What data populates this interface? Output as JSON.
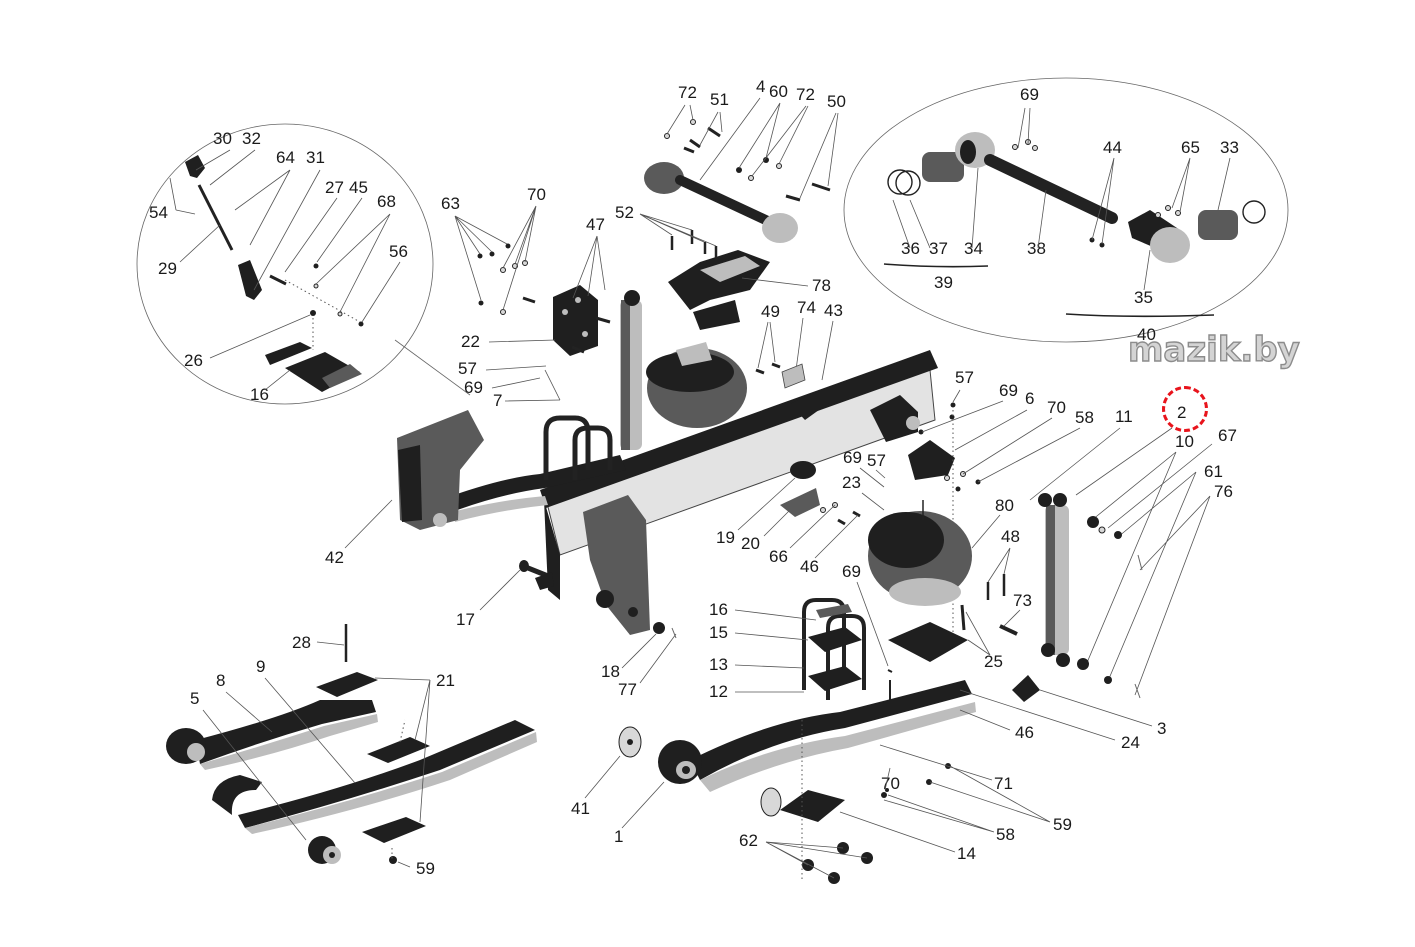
{
  "diagram": {
    "title": "Rear suspension assembly exploded view",
    "watermark": "mazik.by",
    "highlight": {
      "label": "2",
      "color": "#e8141c"
    },
    "detail_views": [
      {
        "name": "stabilizer-link-detail",
        "labels": [
          "30",
          "32",
          "64",
          "31",
          "27",
          "45",
          "68",
          "56",
          "54",
          "29",
          "26",
          "16"
        ]
      },
      {
        "name": "reaction-rod-detail",
        "labels": [
          "69",
          "44",
          "65",
          "33",
          "36",
          "37",
          "34",
          "38",
          "39",
          "35",
          "40"
        ]
      }
    ],
    "labels": {
      "l30": "30",
      "l32": "32",
      "l64": "64",
      "l31": "31",
      "l27": "27",
      "l45": "45",
      "l68": "68",
      "l56": "56",
      "l54": "54",
      "l29": "29",
      "l26": "26",
      "l16a": "16",
      "l69a": "69",
      "l44": "44",
      "l65": "65",
      "l33": "33",
      "l36": "36",
      "l37": "37",
      "l34": "34",
      "l38": "38",
      "l39": "39",
      "l35": "35",
      "l40": "40",
      "l72a": "72",
      "l51": "51",
      "l4": "4",
      "l60": "60",
      "l72b": "72",
      "l50": "50",
      "l63": "63",
      "l70a": "70",
      "l47": "47",
      "l52": "52",
      "l78": "78",
      "l49": "49",
      "l74": "74",
      "l43": "43",
      "l22": "22",
      "l57a": "57",
      "l69b": "69",
      "l7": "7",
      "l57b": "57",
      "l69c": "69",
      "l6": "6",
      "l70b": "70",
      "l58a": "58",
      "l11": "11",
      "l2": "2",
      "l10": "10",
      "l67": "67",
      "l61": "61",
      "l76": "76",
      "l69d": "69",
      "l57c": "57",
      "l23": "23",
      "l80": "80",
      "l48": "48",
      "l73": "73",
      "l42": "42",
      "l19": "19",
      "l20": "20",
      "l66": "66",
      "l46a": "46",
      "l17": "17",
      "l16b": "16",
      "l15": "15",
      "l13": "13",
      "l12": "12",
      "l69e": "69",
      "l25": "25",
      "l18": "18",
      "l77": "77",
      "l28": "28",
      "l21": "21",
      "l5": "5",
      "l8": "8",
      "l9": "9",
      "l41": "41",
      "l1": "1",
      "l46b": "46",
      "l24": "24",
      "l3": "3",
      "l70c": "70",
      "l71": "71",
      "l59a": "59",
      "l58b": "58",
      "l14": "14",
      "l62": "62",
      "l59b": "59"
    }
  }
}
